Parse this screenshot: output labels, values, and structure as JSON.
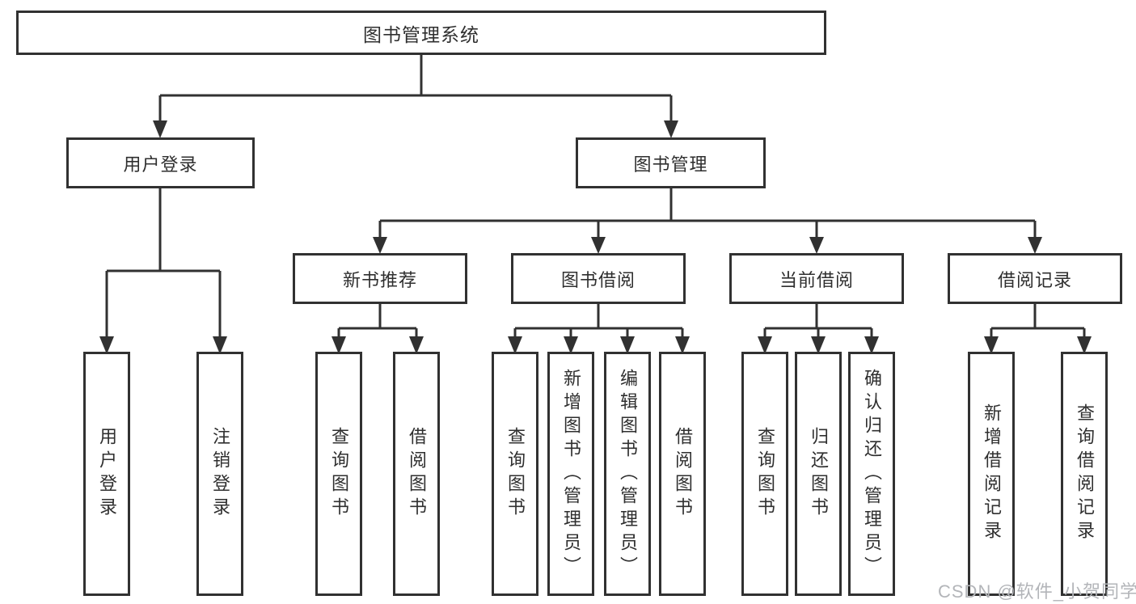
{
  "diagram": {
    "title": "图书管理系统",
    "level2": [
      {
        "label": "用户登录"
      },
      {
        "label": "图书管理"
      }
    ],
    "level3": [
      {
        "label": "新书推荐",
        "parent": "图书管理"
      },
      {
        "label": "图书借阅",
        "parent": "图书管理"
      },
      {
        "label": "当前借阅",
        "parent": "图书管理"
      },
      {
        "label": "借阅记录",
        "parent": "图书管理"
      }
    ],
    "leaves": [
      {
        "label": "用户登录",
        "parent": "用户登录"
      },
      {
        "label": "注销登录",
        "parent": "用户登录"
      },
      {
        "label": "查询图书",
        "parent": "新书推荐"
      },
      {
        "label": "借阅图书",
        "parent": "新书推荐"
      },
      {
        "label": "查询图书",
        "parent": "图书借阅"
      },
      {
        "label": "新增图书（管理员）",
        "parent": "图书借阅"
      },
      {
        "label": "编辑图书（管理员）",
        "parent": "图书借阅"
      },
      {
        "label": "借阅图书",
        "parent": "图书借阅"
      },
      {
        "label": "查询图书",
        "parent": "当前借阅"
      },
      {
        "label": "归还图书",
        "parent": "当前借阅"
      },
      {
        "label": "确认归还（管理员）",
        "parent": "当前借阅"
      },
      {
        "label": "新增借阅记录",
        "parent": "借阅记录"
      },
      {
        "label": "查询借阅记录",
        "parent": "借阅记录"
      }
    ],
    "watermark": "CSDN @软件_小贺同学",
    "colors": {
      "line": "#313131",
      "text": "#2f2f2f",
      "box_fill": "#ffffff",
      "background": "#ffffff",
      "watermark": "#b3b5b9"
    }
  }
}
